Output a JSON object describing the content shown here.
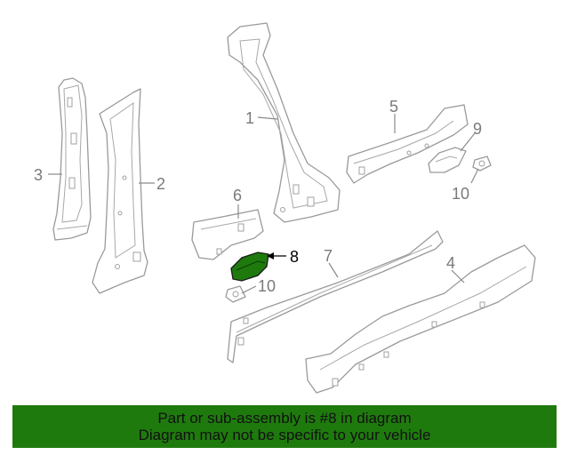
{
  "callouts": {
    "c1": "1",
    "c2": "2",
    "c3": "3",
    "c4": "4",
    "c5": "5",
    "c6": "6",
    "c7": "7",
    "c8": "8",
    "c9": "9",
    "c10a": "10",
    "c10b": "10"
  },
  "highlight_part": "8",
  "colors": {
    "highlight_fill": "#1f7a0e",
    "banner_bg": "#1f7a0e",
    "line": "#9a9a9a"
  },
  "banner": {
    "line1": "Part or sub-assembly is #8 in diagram",
    "line2": "Diagram may not be specific to your vehicle"
  }
}
